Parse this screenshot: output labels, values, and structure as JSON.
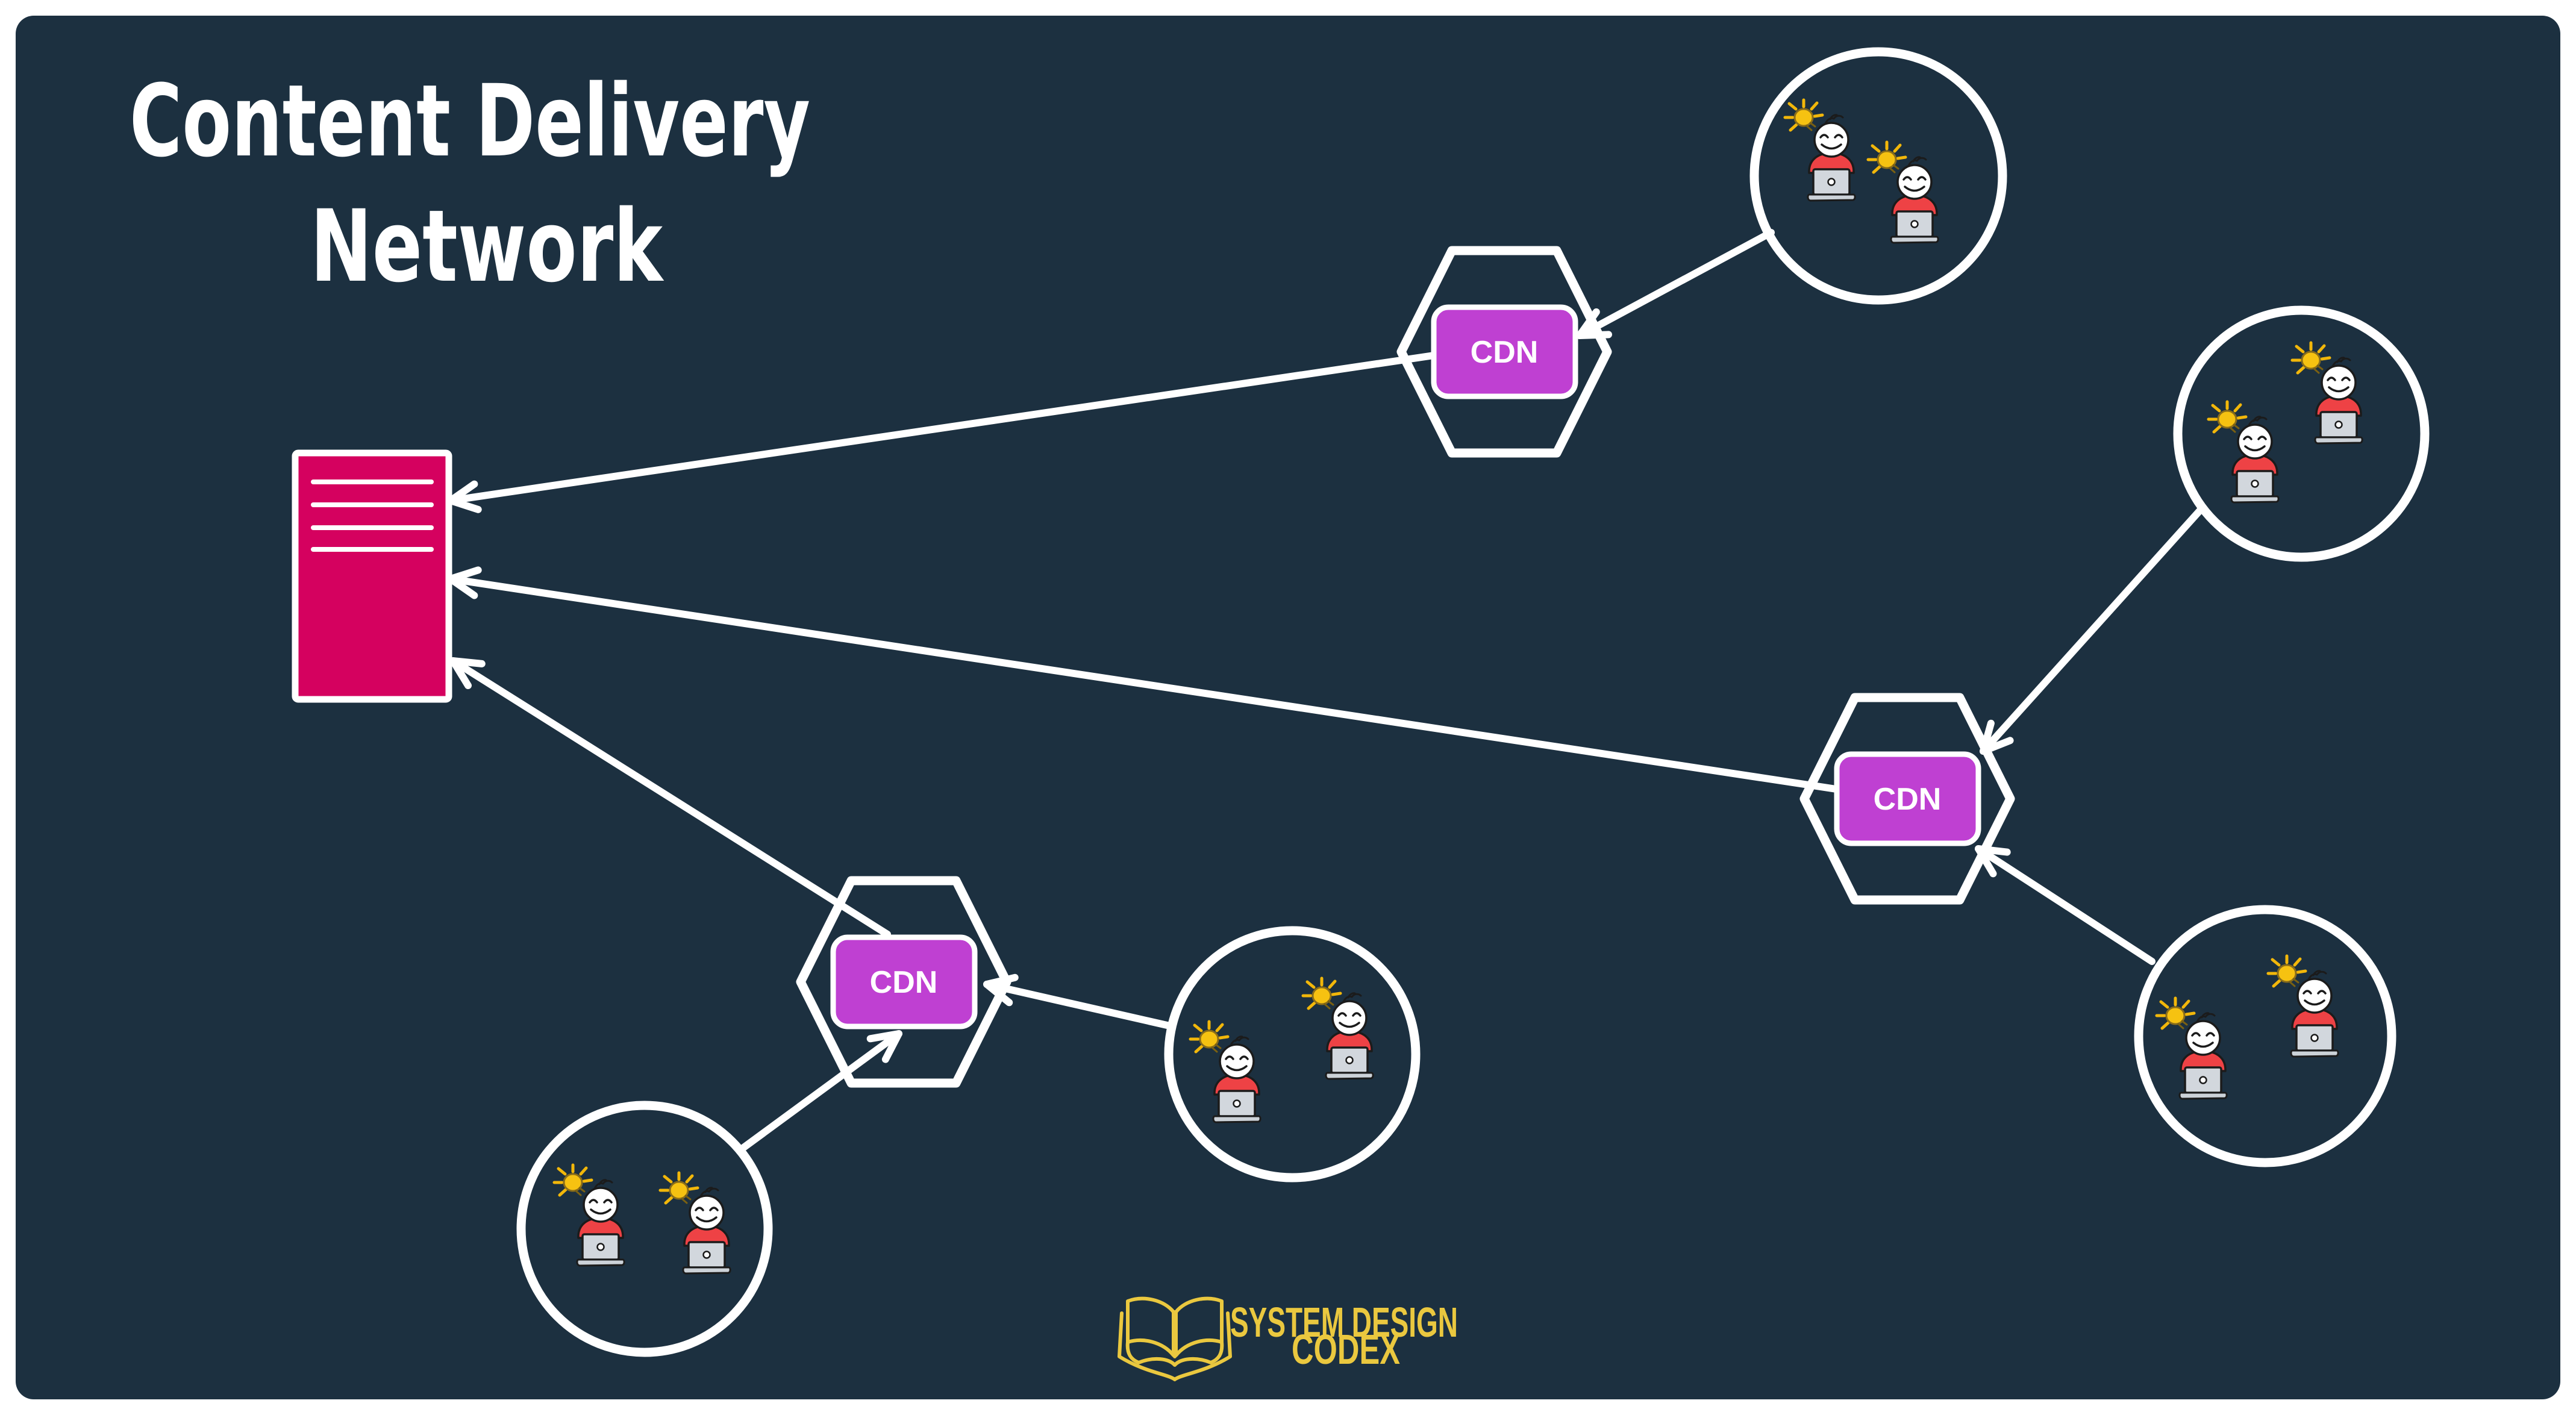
{
  "title": {
    "line1": "Content Delivery",
    "line2": "Network"
  },
  "cdn_nodes": [
    {
      "id": "cdn-top",
      "label": "CDN"
    },
    {
      "id": "cdn-right",
      "label": "CDN"
    },
    {
      "id": "cdn-bottom-left",
      "label": "CDN"
    }
  ],
  "user_groups": [
    {
      "id": "users-top-right",
      "users": 2
    },
    {
      "id": "users-far-right-top",
      "users": 2
    },
    {
      "id": "users-far-right-bottom",
      "users": 2
    },
    {
      "id": "users-bottom-middle",
      "users": 2
    },
    {
      "id": "users-bottom-left",
      "users": 2
    }
  ],
  "branding": {
    "line1": "SYSTEM DESIGN",
    "line2": "CODEX"
  },
  "colors": {
    "page": "#ffffff",
    "background": "#1c3040",
    "server_fill": "#d5015f",
    "cdn_fill": "#bf40d2",
    "line_stroke": "#ffffff",
    "brand_gold": "#eac83f",
    "user_body": "#ee4245",
    "laptop": "#d2d7dd",
    "bulb": "#f6c211"
  }
}
